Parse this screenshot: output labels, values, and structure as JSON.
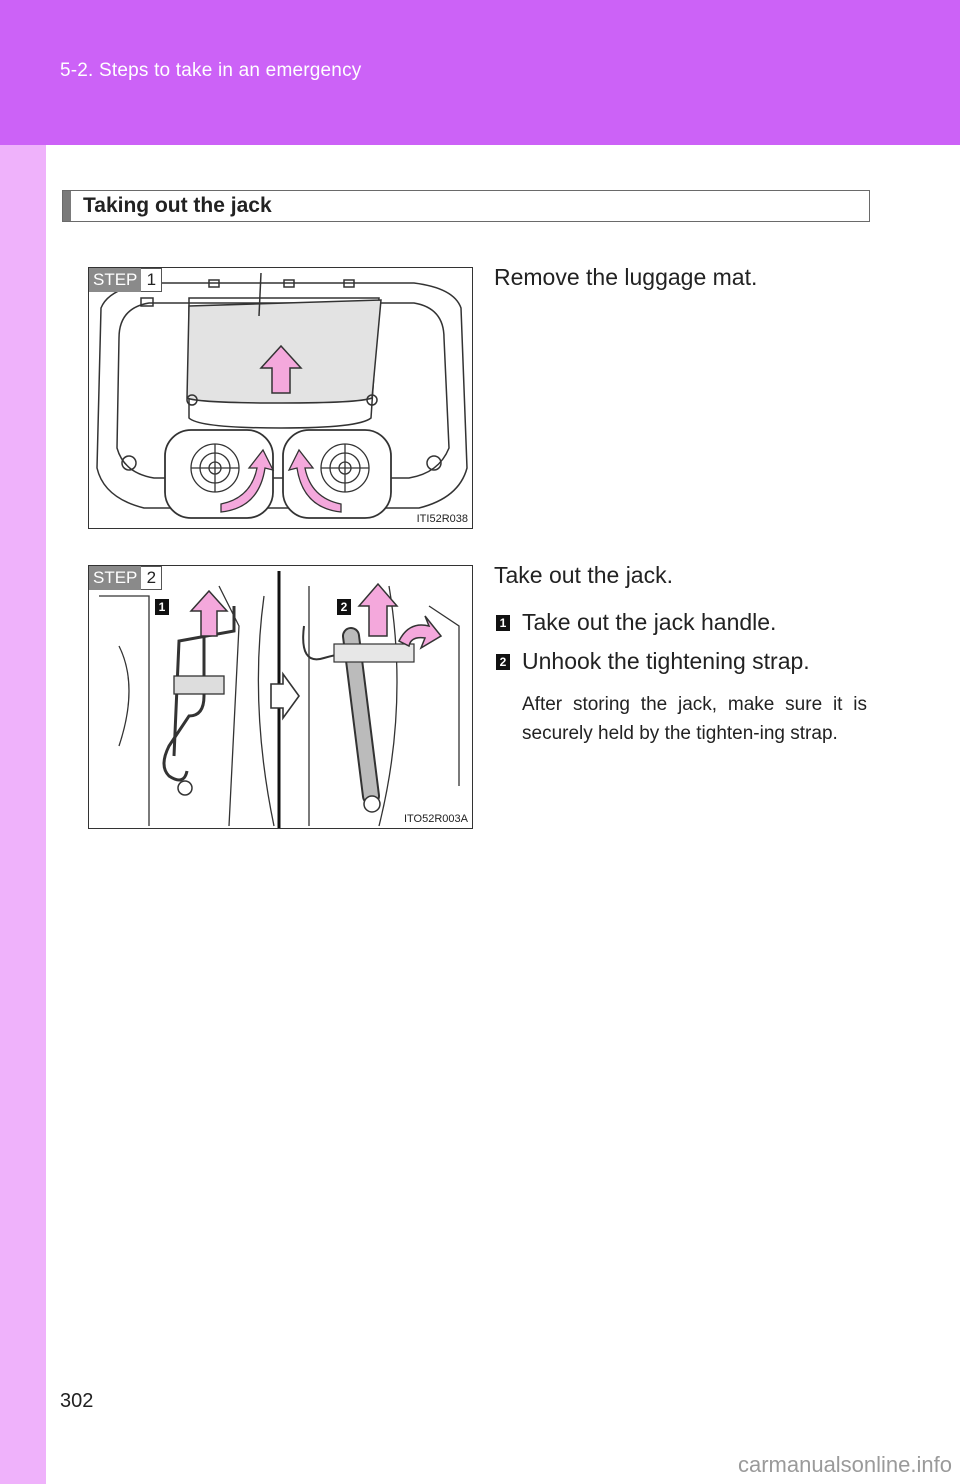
{
  "header": {
    "section": "5-2. Steps to take in an emergency"
  },
  "heading": "Taking out the jack",
  "step1": {
    "tag_word": "STEP",
    "tag_num": "1",
    "figure_code": "ITI52R038",
    "text": "Remove the luggage mat."
  },
  "step2": {
    "tag_word": "STEP",
    "tag_num": "2",
    "figure_code": "ITO52R003A",
    "text": "Take out the jack.",
    "marker1": "1",
    "marker2": "2",
    "substeps": [
      {
        "num": "1",
        "text": "Take out the jack handle."
      },
      {
        "num": "2",
        "text": "Unhook the tightening strap."
      }
    ],
    "note": "After storing the jack, make sure it is securely held by the tighten-ing strap."
  },
  "page_number": "302",
  "watermark": "carmanualsonline.info",
  "colors": {
    "top_band": "#cc62f7",
    "side_band": "#efb2fb",
    "arrow": "#f4a8dc"
  }
}
